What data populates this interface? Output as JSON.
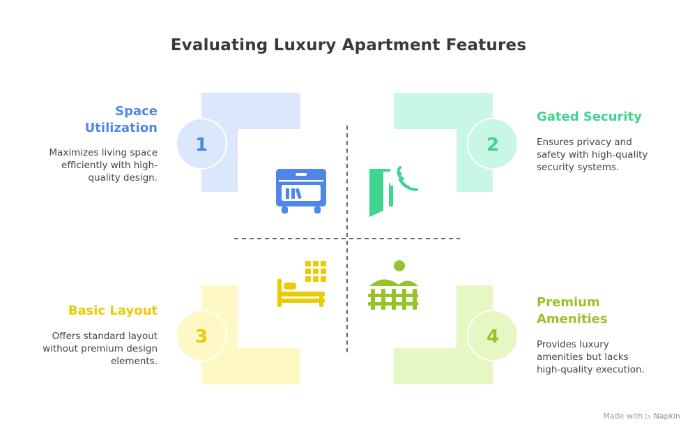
{
  "title": "Evaluating Luxury Apartment Features",
  "quadrants": [
    {
      "number": "1",
      "heading_lines": [
        "Space",
        "Utilization"
      ],
      "description_lines": [
        "Maximizes living space",
        "efficiently with high-",
        "quality design."
      ],
      "icon": "cabinet-icon",
      "color": "#4f86e8",
      "tint": "#dbe7fb"
    },
    {
      "number": "2",
      "heading_lines": [
        "Gated Security"
      ],
      "description_lines": [
        "Ensures privacy and",
        "safety with high-quality",
        "security systems."
      ],
      "icon": "secure-door-icon",
      "color": "#3fd48f",
      "tint": "#c9f7e6"
    },
    {
      "number": "3",
      "heading_lines": [
        "Basic Layout"
      ],
      "description_lines": [
        "Offers standard layout",
        "without premium design",
        "elements."
      ],
      "icon": "bed-icon",
      "color": "#e8cc05",
      "tint": "#fdf8c4"
    },
    {
      "number": "4",
      "heading_lines": [
        "Premium",
        "Amenities"
      ],
      "description_lines": [
        "Provides luxury",
        "amenities but lacks",
        "high-quality execution."
      ],
      "icon": "landscape-fence-icon",
      "color": "#98c22a",
      "tint": "#e6f7c3"
    }
  ],
  "footer": {
    "prefix": "Made with",
    "brand": "Napkin"
  }
}
